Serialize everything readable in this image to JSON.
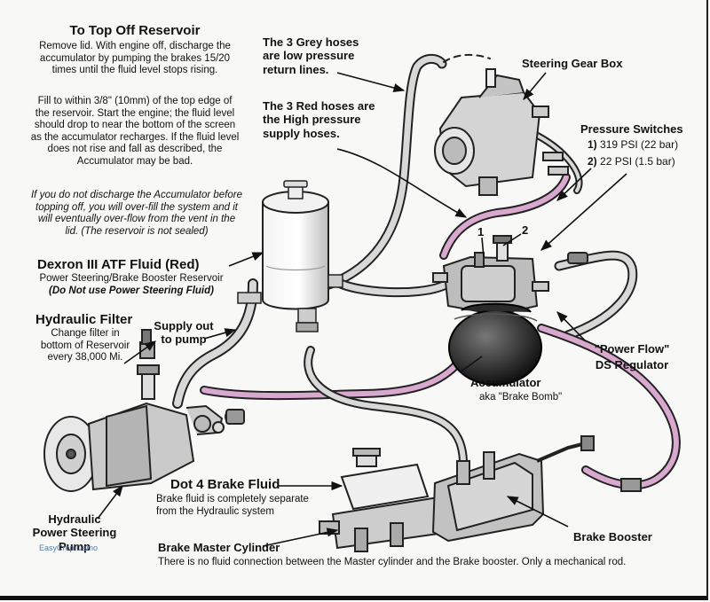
{
  "reservoir_box": {
    "title": "To Top Off Reservoir",
    "para1": "Remove lid. With engine off, discharge the accumulator by pumping the brakes 15/20 times until the fluid level stops rising.",
    "para2": "Fill to within 3/8\" (10mm) of the top edge of the reservoir. Start the engine; the fluid level should drop to near the bottom of the screen as the accumulator recharges. If the fluid level does not rise and fall as described, the Accumulator may be bad.",
    "para3": "If you do not discharge the Accumulator before topping off, you will over-fill the system and it will eventually over-flow from the vent in the lid. (The reservoir is not sealed)"
  },
  "fluid": {
    "title": "Dexron III ATF Fluid (Red)",
    "line1": "Power Steering/Brake Booster Reservoir",
    "line2": "(Do Not use Power Steering Fluid)"
  },
  "filter": {
    "title": "Hydraulic Filter",
    "text": "Change filter in bottom of Reservoir every 38,000 Mi."
  },
  "supply_out": "Supply out to pump",
  "grey_hoses": "The 3 Grey hoses are low pressure return lines.",
  "red_hoses": "The 3 Red hoses are the High pressure supply hoses.",
  "steering_gear_box": "Steering Gear Box",
  "pressure_switches": {
    "title": "Pressure Switches",
    "s1_num": "1)",
    "s1_text": "319 PSI (22 bar)",
    "s2_num": "2)",
    "s2_text": "22 PSI (1.5 bar)",
    "marker1": "1",
    "marker2": "2"
  },
  "power_flow": {
    "line1": "\"Power Flow\"",
    "line2": "DS Regulator"
  },
  "accumulator": {
    "title": "Accumulator",
    "aka": "aka \"Brake Bomb\""
  },
  "brake_fluid": {
    "title": "Dot 4 Brake Fluid",
    "text": "Brake fluid is completely separate from the Hydraulic system"
  },
  "pump_label": "Hydraulic Power Steering Pump",
  "brake_booster": "Brake Booster",
  "master_cylinder": {
    "title": "Brake Master Cylinder",
    "note": "There is no fluid connection between the Master cylinder and the Brake booster. Only a mechanical rod."
  },
  "watermark": "EasyCrop Demo",
  "colors": {
    "high_pressure_hose": "#d9a8cf",
    "low_pressure_hose": "#c8c8c8",
    "ink": "#111111"
  }
}
